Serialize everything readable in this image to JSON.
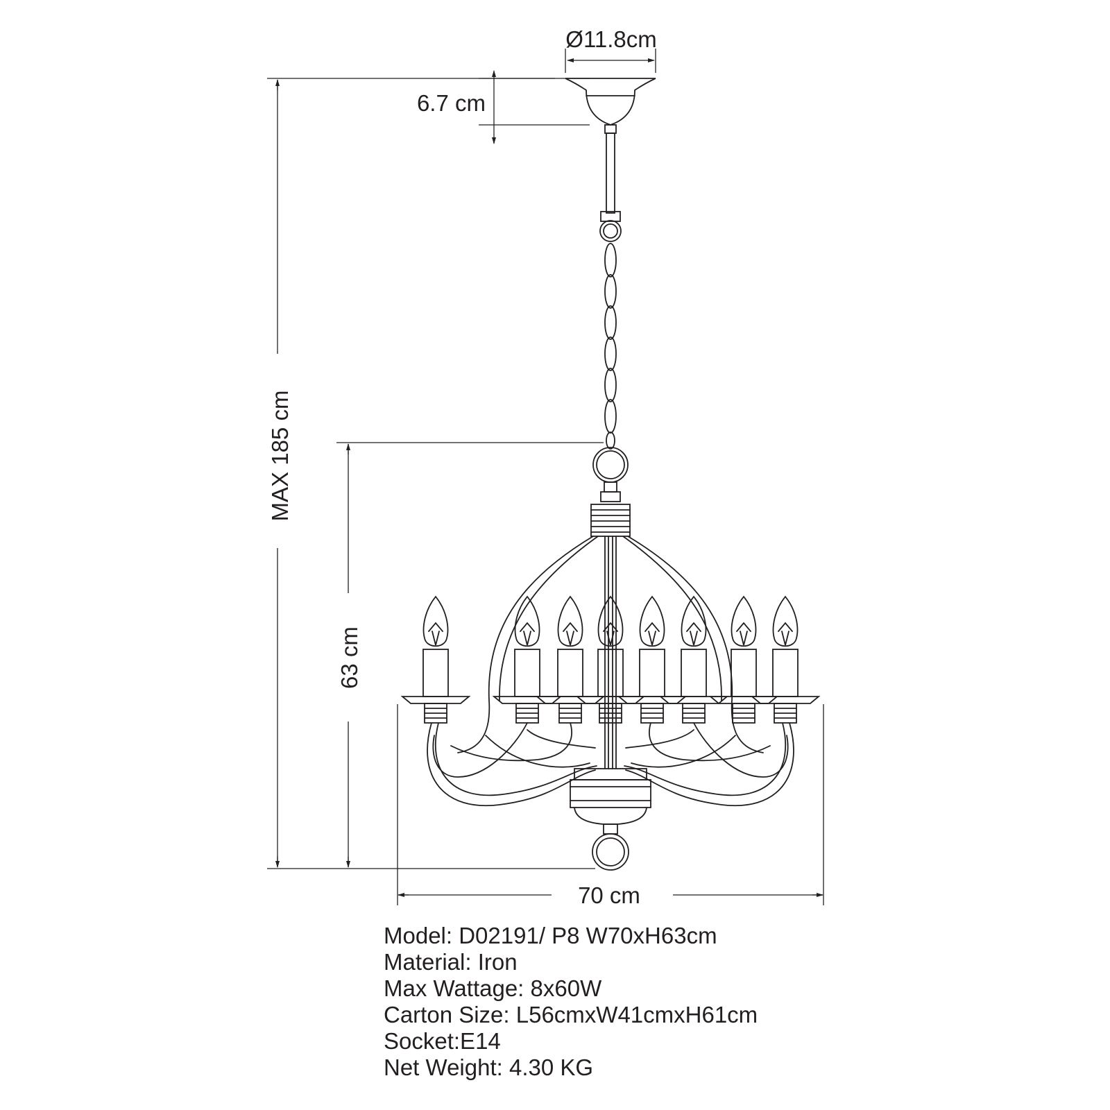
{
  "dimensions": {
    "base_diameter": "Ø11.8cm",
    "canopy_height": "6.7 cm",
    "max_height": "MAX 185 cm",
    "body_height": "63 cm",
    "width": "70 cm"
  },
  "specs": [
    "Model: D02191/ P8 W70xH63cm",
    "Material: Iron",
    "Max Wattage: 8x60W",
    "Carton Size: L56cmxW41cmxH61cm",
    "Socket:E14",
    "Net Weight: 4.30 KG"
  ],
  "lamp": {
    "bulb_count": 8
  },
  "colors": {
    "line": "#231f20",
    "background": "#ffffff"
  }
}
